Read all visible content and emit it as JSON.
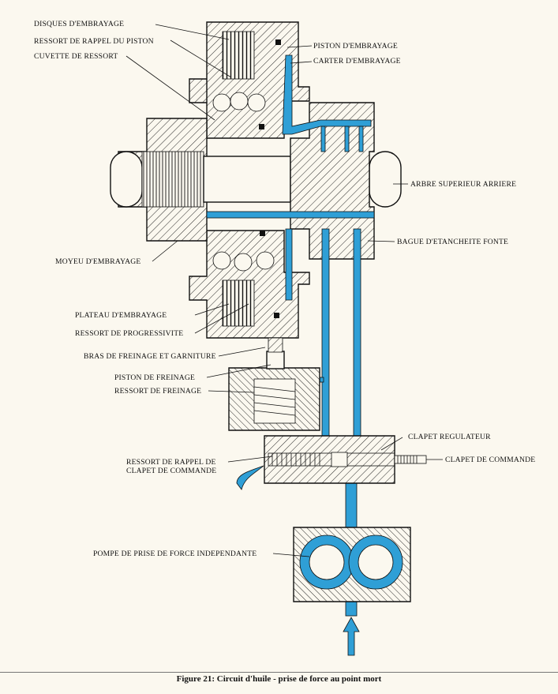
{
  "colors": {
    "oil": "#2f9fd6",
    "paper": "#fbf8ef",
    "ink": "#111111"
  },
  "caption": "Figure 21: Circuit d'huile - prise de force au point mort",
  "labels": {
    "disques": "DISQUES D'EMBRAYAGE",
    "ressort_rappel_piston": "RESSORT DE RAPPEL DU PISTON",
    "cuvette": "CUVETTE DE RESSORT",
    "piston_embrayage": "PISTON D'EMBRAYAGE",
    "carter": "CARTER D'EMBRAYAGE",
    "arbre": "ARBRE SUPERIEUR ARRIERE",
    "bague": "BAGUE D'ETANCHEITE FONTE",
    "moyeu": "MOYEU D'EMBRAYAGE",
    "plateau": "PLATEAU D'EMBRAYAGE",
    "progressivite": "RESSORT DE PROGRESSIVITE",
    "bras": "BRAS DE FREINAGE ET GARNITURE",
    "piston_freinage": "PISTON DE FREINAGE",
    "ressort_freinage": "RESSORT DE FREINAGE",
    "clapet_regulateur": "CLAPET REGULATEUR",
    "rappel_clapet_1": "RESSORT DE RAPPEL DE",
    "rappel_clapet_2": "CLAPET DE COMMANDE",
    "clapet_commande": "CLAPET DE COMMANDE",
    "pompe": "POMPE DE PRISE DE FORCE INDEPENDANTE"
  }
}
